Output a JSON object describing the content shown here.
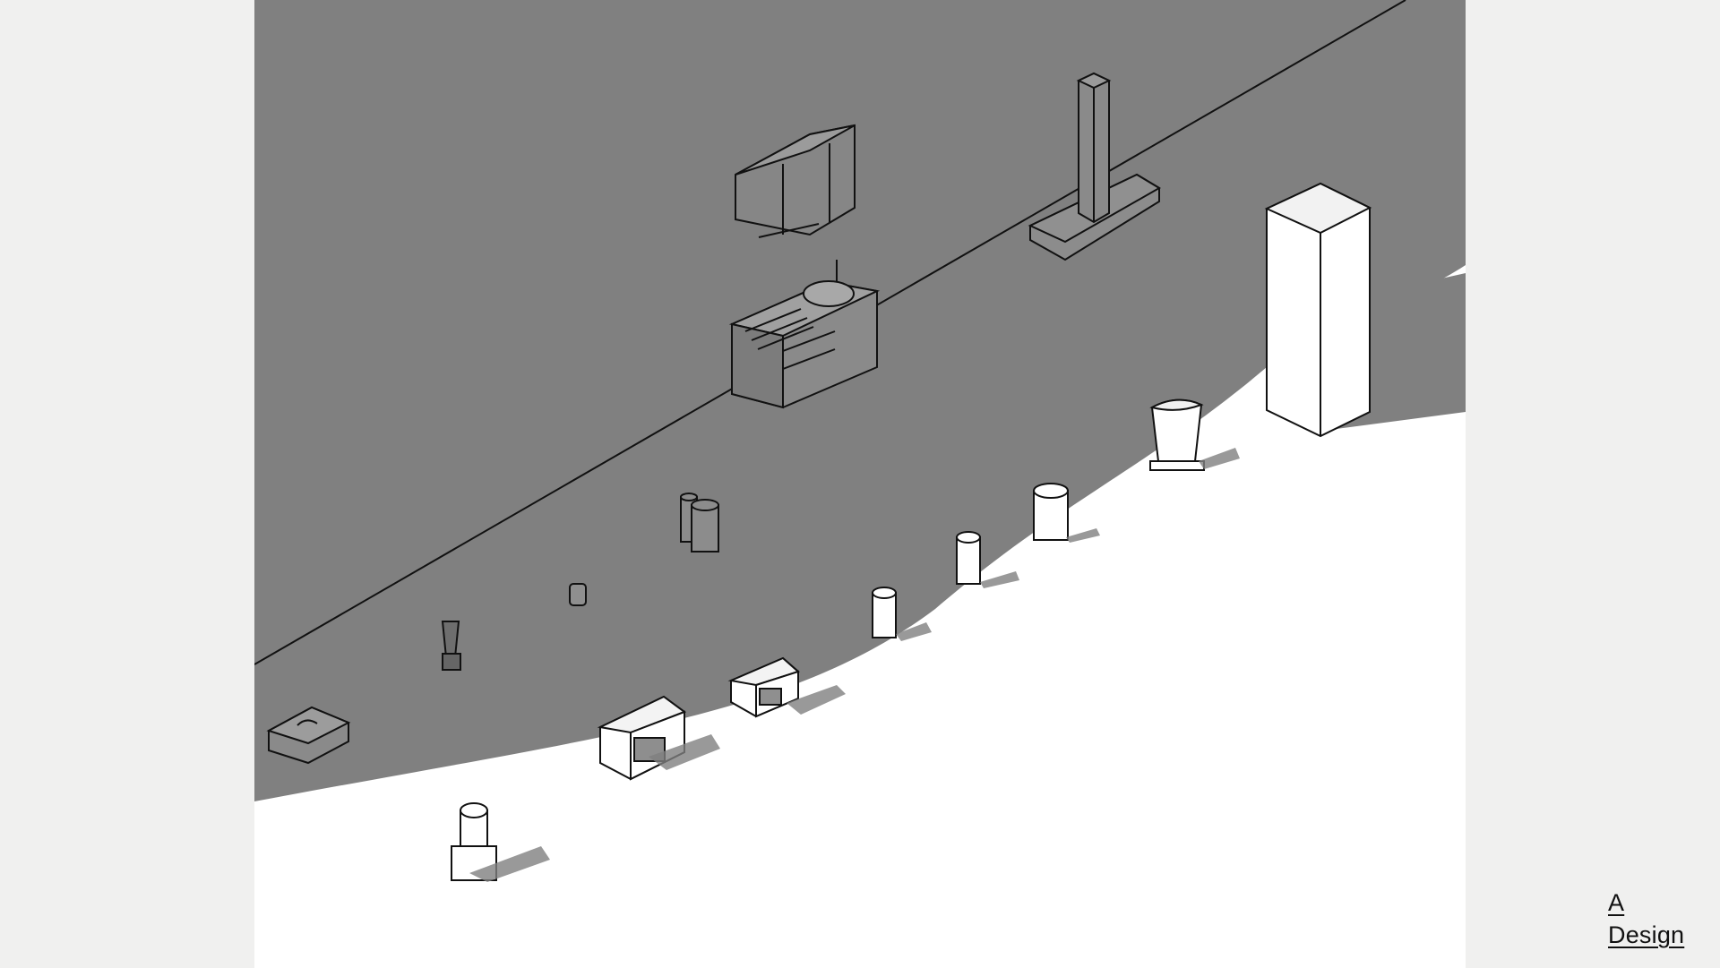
{
  "brand": {
    "line1": "A",
    "line2": "Design"
  },
  "scene": {
    "objects": [
      "wall-cabinet",
      "kitchen-sink-unit",
      "range-hood",
      "refrigerator",
      "roaster-oven",
      "blender",
      "kettle",
      "coffee-maker",
      "food-processor",
      "microwave-large",
      "microwave-small",
      "tumbler-small",
      "tumbler-medium",
      "tumbler-large",
      "toaster-bin"
    ]
  },
  "colors": {
    "wall": "#808080",
    "floor": "#ffffff",
    "shadow": "#7f7f7f",
    "outline": "#111111",
    "background": "#f0f0ef"
  }
}
